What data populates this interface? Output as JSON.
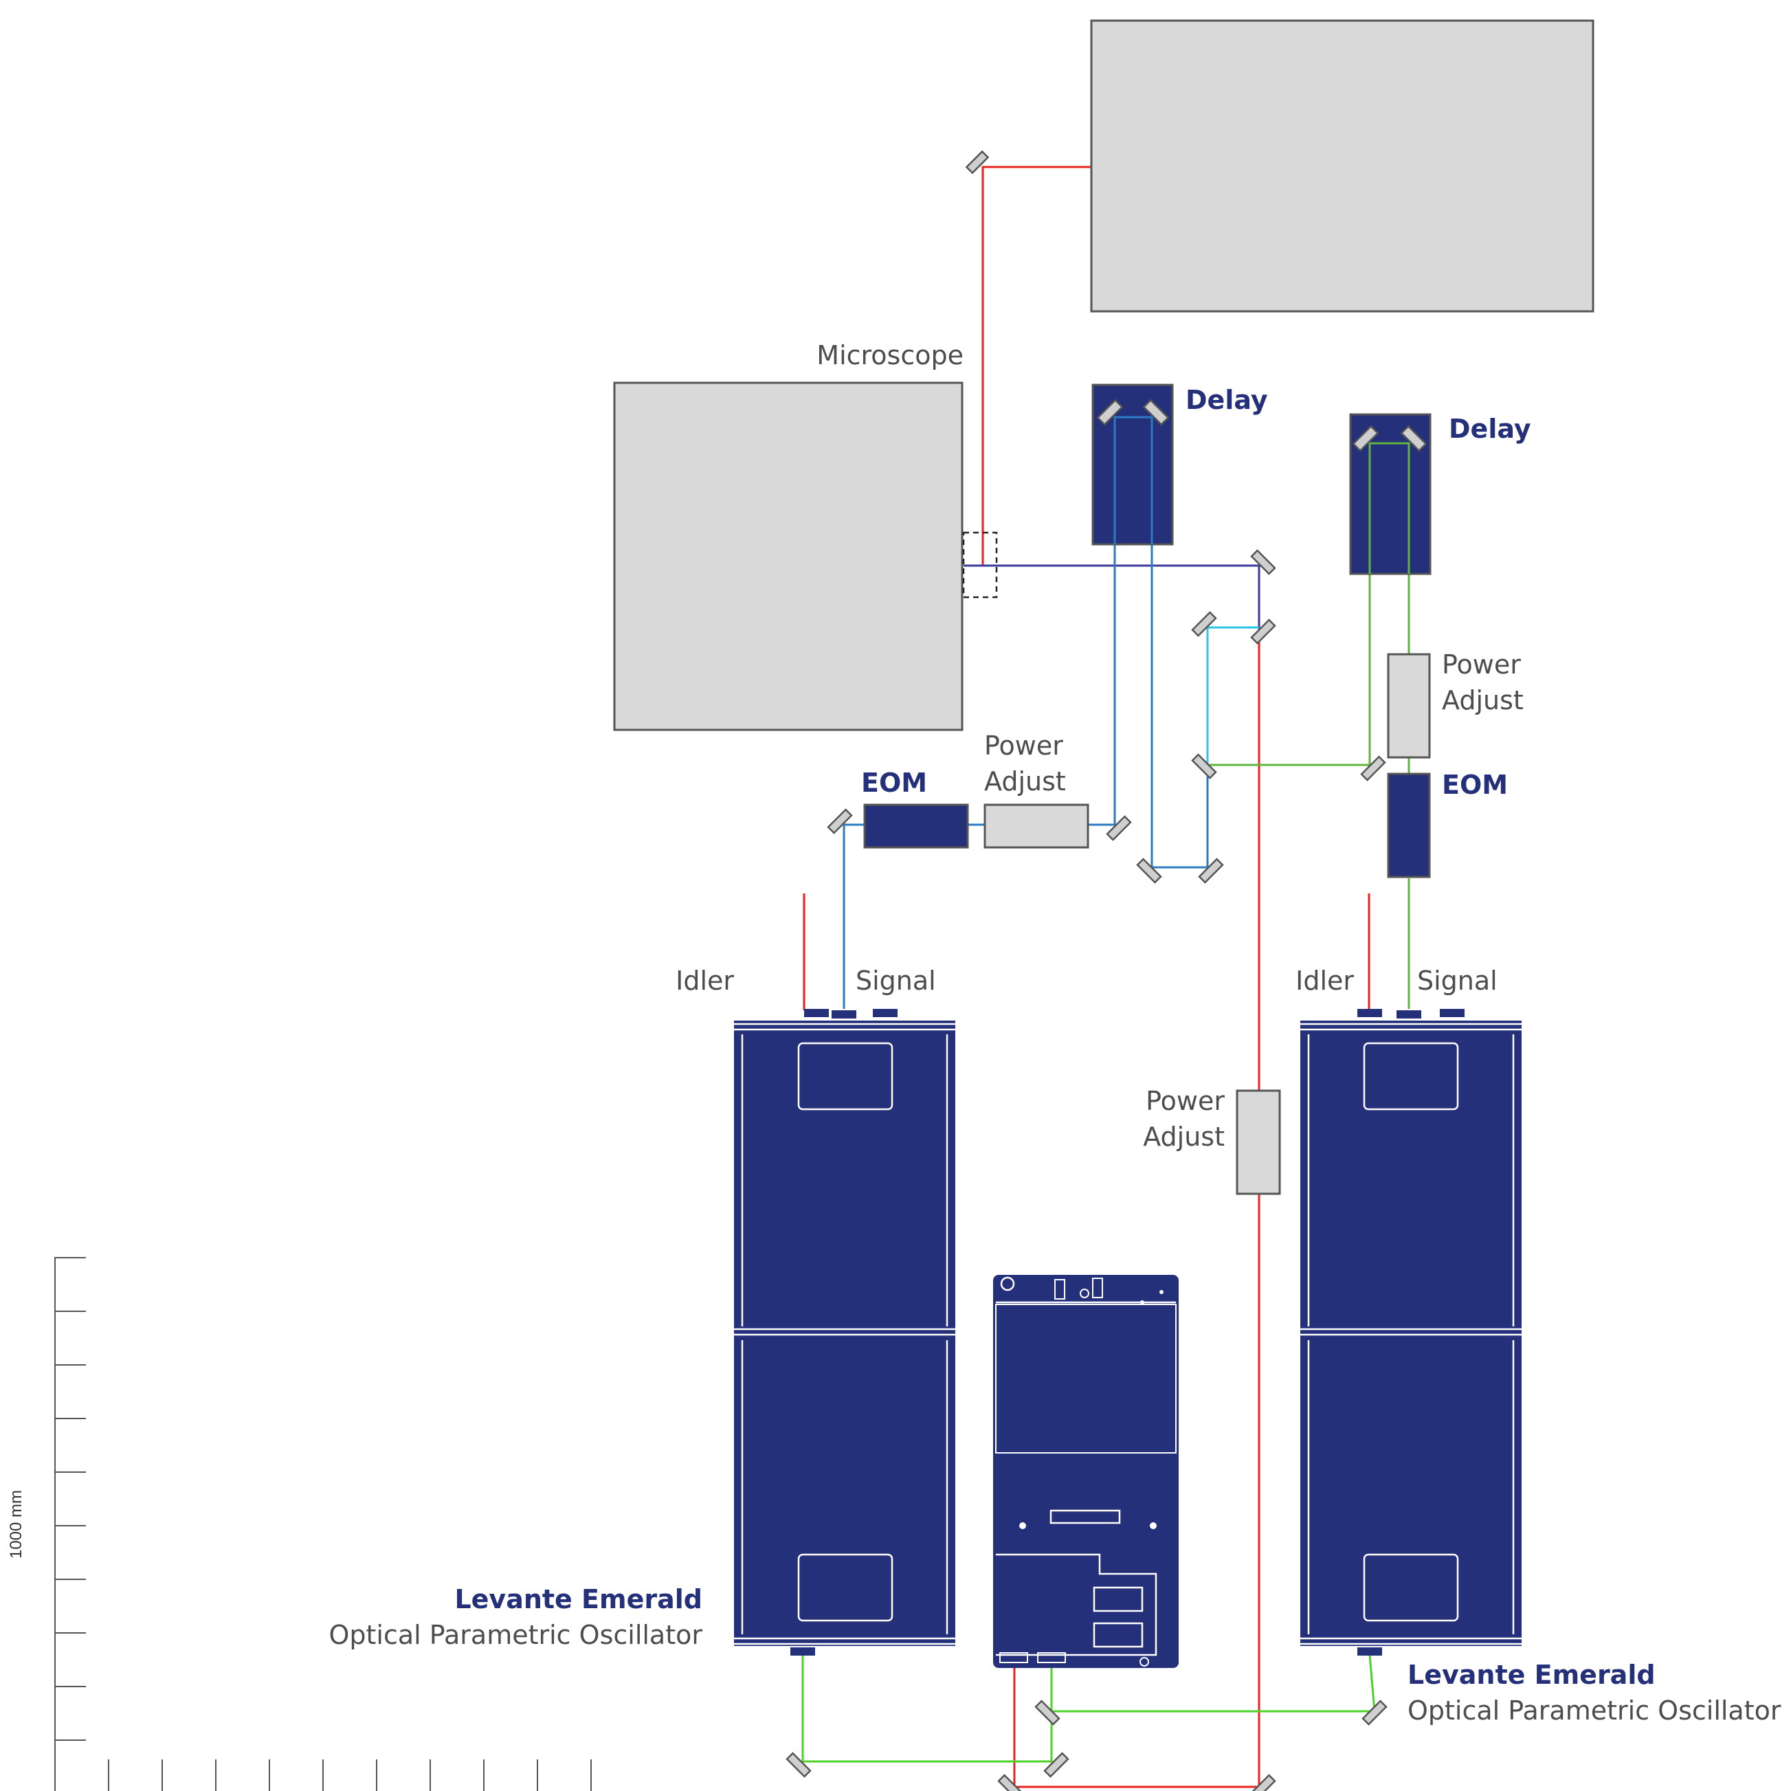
{
  "labels": {
    "microscope": "Microscope",
    "delay_left": "Delay",
    "delay_right": "Delay",
    "power_adjust_right_line1": "Power",
    "power_adjust_right_line2": "Adjust",
    "power_adjust_center_line1": "Power",
    "power_adjust_center_line2": "Adjust",
    "power_adjust_pump_line1": "Power",
    "power_adjust_pump_line2": "Adjust",
    "eom_left": "EOM",
    "eom_right": "EOM",
    "idler_left": "Idler",
    "signal_left": "Signal",
    "idler_right": "Idler",
    "signal_right": "Signal",
    "opo_left_name": "Levante Emerald",
    "opo_left_desc": "Optical Parametric Oscillator",
    "opo_right_name": "Levante Emerald",
    "opo_right_desc": "Optical Parametric Oscillator",
    "scale_label": "1000 mm"
  },
  "colors": {
    "navy": "#25307a",
    "box_gray": "#d9d9d9",
    "beam_red": "#e8231f",
    "beam_blue": "#2a7bc2",
    "beam_cyan": "#2ec4e8",
    "beam_green": "#5fb540",
    "beam_purple": "#3a3a9a"
  }
}
